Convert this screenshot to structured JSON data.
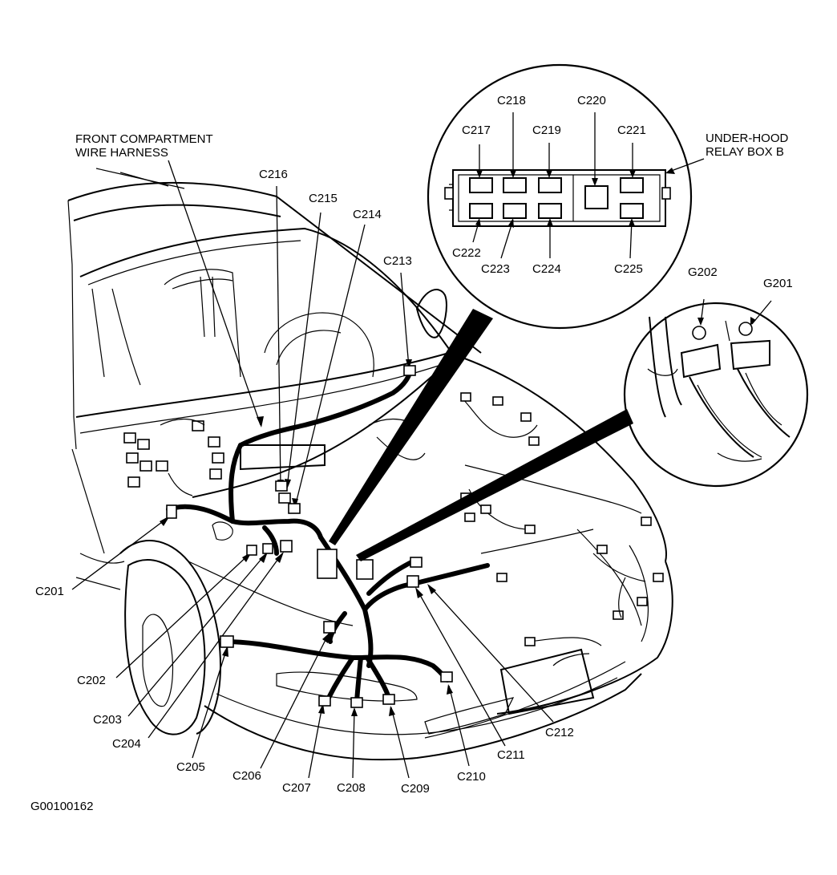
{
  "labels": {
    "harness_line1": "FRONT COMPARTMENT",
    "harness_line2": "WIRE HARNESS",
    "relay_line1": "UNDER-HOOD",
    "relay_line2": "RELAY BOX B",
    "figure_id": "G00100162"
  },
  "relay_box_connectors": {
    "top": [
      "C217",
      "C218",
      "C219",
      "C220",
      "C221"
    ],
    "bottom": [
      "C222",
      "C223",
      "C224",
      "C225"
    ]
  },
  "ground_points": [
    "G202",
    "G201"
  ],
  "connectors": {
    "c201": "C201",
    "c202": "C202",
    "c203": "C203",
    "c204": "C204",
    "c205": "C205",
    "c206": "C206",
    "c207": "C207",
    "c208": "C208",
    "c209": "C209",
    "c210": "C210",
    "c211": "C211",
    "c212": "C212",
    "c213": "C213",
    "c214": "C214",
    "c215": "C215",
    "c216": "C216"
  }
}
